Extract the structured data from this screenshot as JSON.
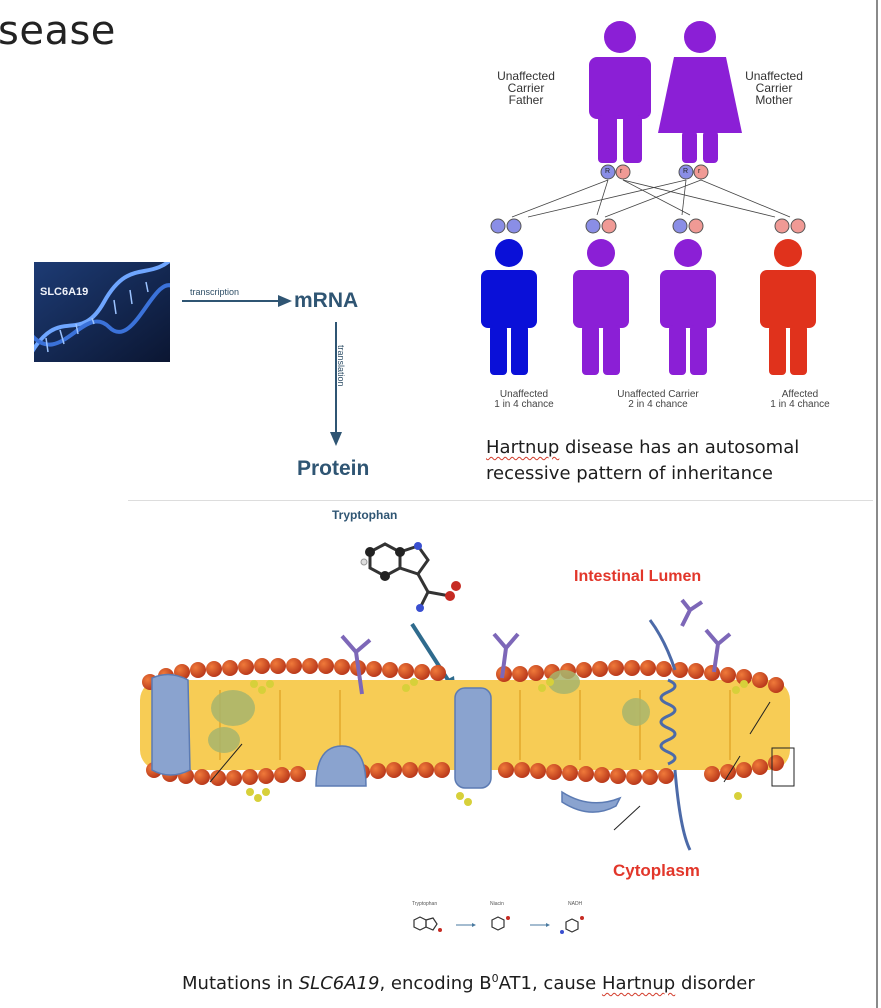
{
  "slide": {
    "title_fragment": "sease"
  },
  "central_dogma": {
    "gene": "SLC6A19",
    "transcription": "transcription",
    "translation": "translation",
    "mrna": "mRNA",
    "protein": "Protein"
  },
  "pedigree": {
    "father_label": [
      "Unaffected",
      "Carrier",
      "Father"
    ],
    "mother_label": [
      "Unaffected",
      "Carrier",
      "Mother"
    ],
    "allele_dominant": "R",
    "allele_recessive": "r",
    "children": [
      {
        "line1": "Unaffected",
        "line2": "1 in 4 chance"
      },
      {
        "line1": "Unaffected  Carrier",
        "line2": "2 in 4 chance"
      },
      {
        "line1": "Affected",
        "line2": "1 in 4 chance"
      }
    ],
    "caption": [
      "Hartnup disease has an autosomal",
      "recessive pattern of inheritance"
    ],
    "caption_underlined_word": "Hartnup"
  },
  "membrane": {
    "molecule_label": "Tryptophan",
    "lumen_label": "Intestinal Lumen",
    "cytoplasm_label": "Cytoplasm",
    "pathway_labels": [
      "Tryptophan",
      "Niacin",
      "NADH"
    ]
  },
  "caption": {
    "text_before": "Mutations in ",
    "gene": "SLC6A19",
    "text_mid": ", encoding B",
    "superscript": "0",
    "text_mid2": "AT1, cause ",
    "underlined": "Hartnup",
    "text_after": " disorder"
  },
  "colors": {
    "purple": "#8b1fd6",
    "blue": "#0a10d8",
    "red": "#e0321c",
    "heading_blue": "#2f5573",
    "label_red": "#e2362a"
  }
}
